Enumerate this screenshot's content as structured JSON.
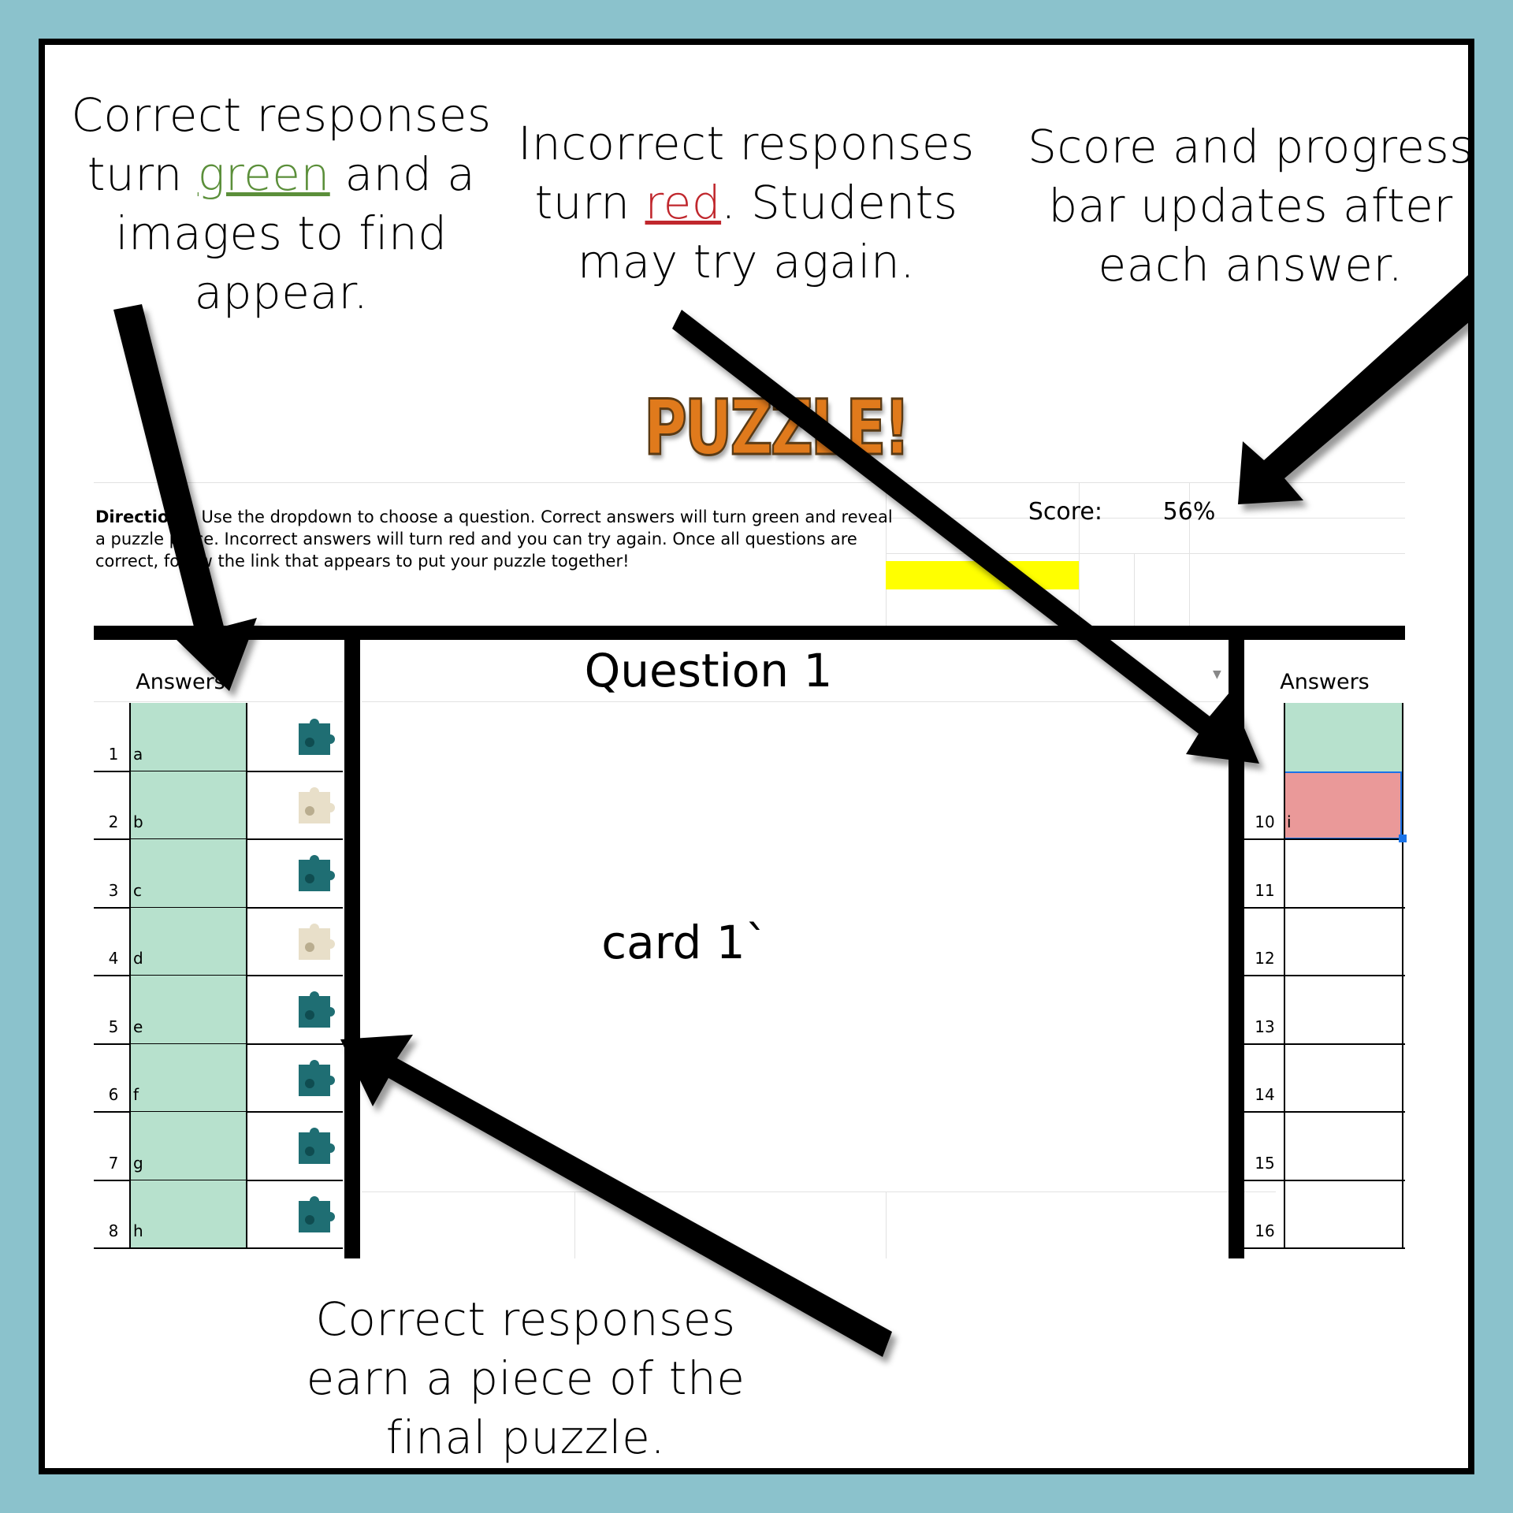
{
  "callouts": {
    "top_left": {
      "pre": "Correct responses turn ",
      "highlight": "green",
      "post": " and a images to find appear."
    },
    "top_middle": {
      "pre": "Incorrect responses turn ",
      "highlight": "red",
      "post": ".  Students may try again."
    },
    "top_right": "Score and progress bar updates after each answer.",
    "bottom": "Correct responses earn a piece of the final puzzle."
  },
  "sheet": {
    "title": "PUZZLE!",
    "directions_bold": "Directions",
    "directions_text": ": Use the dropdown to choose a question. Correct answers will turn green and reveal a puzzle piece. Incorrect answers will turn red and you can try again. Once all questions are correct, follow the link that appears to put your puzzle together!",
    "score_label": "Score:",
    "score_value": "56%",
    "progress_fraction": 0.56,
    "question_label": "Question 1",
    "card_text": "card 1`",
    "left_header": "Answers",
    "right_header": "Answers",
    "left_rows": [
      {
        "num": "1",
        "answer": "a"
      },
      {
        "num": "2",
        "answer": "b"
      },
      {
        "num": "3",
        "answer": "c"
      },
      {
        "num": "4",
        "answer": "d"
      },
      {
        "num": "5",
        "answer": "e"
      },
      {
        "num": "6",
        "answer": "f"
      },
      {
        "num": "7",
        "answer": "g"
      },
      {
        "num": "8",
        "answer": "h"
      }
    ],
    "right_rows": [
      {
        "num": "",
        "answer": ""
      },
      {
        "num": "10",
        "answer": "i"
      },
      {
        "num": "11",
        "answer": ""
      },
      {
        "num": "12",
        "answer": ""
      },
      {
        "num": "13",
        "answer": ""
      },
      {
        "num": "14",
        "answer": ""
      },
      {
        "num": "15",
        "answer": ""
      },
      {
        "num": "16",
        "answer": ""
      }
    ]
  },
  "colors": {
    "correct": "#b7e1cd",
    "incorrect": "#ea9999",
    "progress": "#ffff00",
    "background": "#8bc2cc"
  }
}
